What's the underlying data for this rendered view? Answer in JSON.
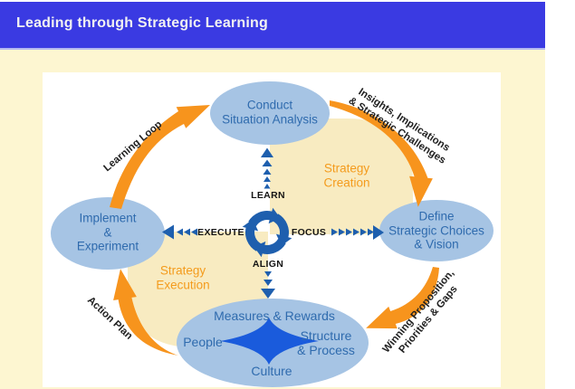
{
  "header": {
    "title": "Leading through Strategic Learning",
    "bar_color": "#3A3AE2",
    "title_color": "#F2F2F2"
  },
  "diagram": {
    "nodes": {
      "conduct": "Conduct\nSituation Analysis",
      "define": "Define\nStrategic Choices\n& Vision",
      "implement": "Implement\n&\nExperiment"
    },
    "organization": {
      "measures": "Measures & Rewards",
      "people": "People",
      "structure": "Structure\n& Process",
      "culture": "Culture"
    },
    "core": {
      "learn": "LEARN",
      "execute": "EXECUTE",
      "focus": "FOCUS",
      "align": "ALIGN"
    },
    "quadrants": {
      "creation": "Strategy\nCreation",
      "execution": "Strategy\nExecution"
    },
    "arrow_labels": {
      "learning_loop": "Learning Loop",
      "insights": "Insights, Implications\n& Strategic Challenges",
      "winning": "Winning Proposition,\nPriorities & Gaps",
      "action_plan": "Action Plan"
    },
    "icons": {
      "center": "cycle-arrows-icon",
      "org_star": "four-point-star-icon"
    },
    "colors": {
      "page_cream": "#FDF6D1",
      "quadrant_cream": "#F8EBC1",
      "ellipse_fill": "#A6C4E4",
      "node_text_blue": "#2F6BAE",
      "arrow_orange": "#F7941D",
      "quadrant_label_orange": "#F49B1C",
      "icon_blue": "#1E5FAE",
      "star_blue": "#1A5BDC"
    }
  }
}
